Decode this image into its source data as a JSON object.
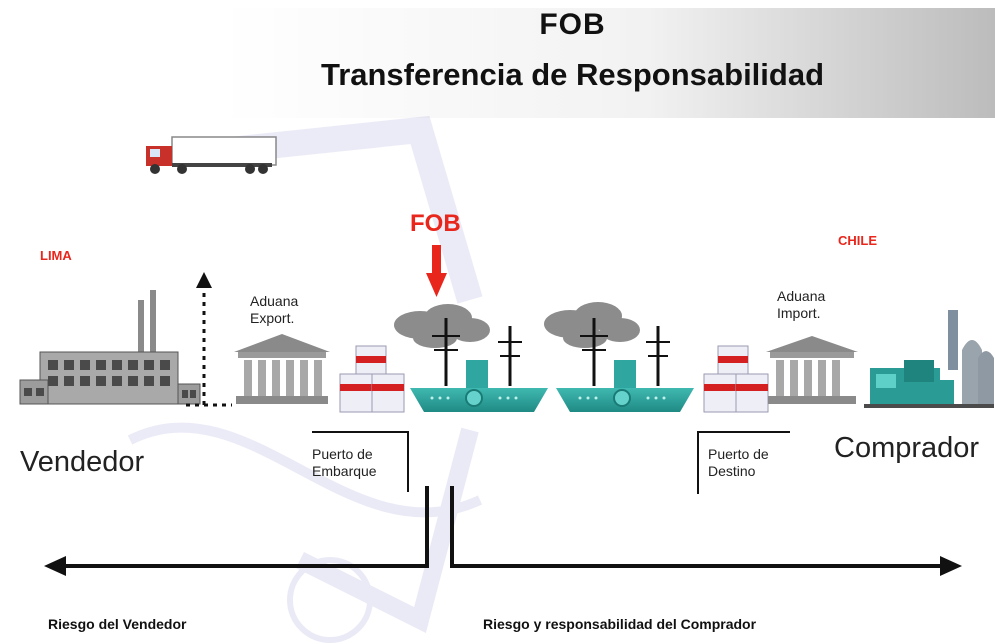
{
  "title_line1": "FOB",
  "title_line2": "Transferencia de Responsabilidad",
  "fob_marker": "FOB",
  "origin_city": "LIMA",
  "destination_country": "CHILE",
  "customs_export": [
    "Aduana",
    "Export."
  ],
  "customs_import": [
    "Aduana",
    "Import."
  ],
  "seller": "Vendedor",
  "buyer": "Comprador",
  "port_loading": [
    "Puerto de",
    "Embarque"
  ],
  "port_destination": [
    "Puerto de",
    "Destino"
  ],
  "seller_risk": "Riesgo del Vendedor",
  "buyer_risk": "Riesgo y responsabilidad del Comprador",
  "colors": {
    "accent_red": "#e8261c",
    "ship_teal": "#2fa7a0",
    "smoke_gray": "#8c8c8c",
    "building_gray": "#7d7d7d",
    "title_gradient_dark": "#c6c6c6"
  }
}
